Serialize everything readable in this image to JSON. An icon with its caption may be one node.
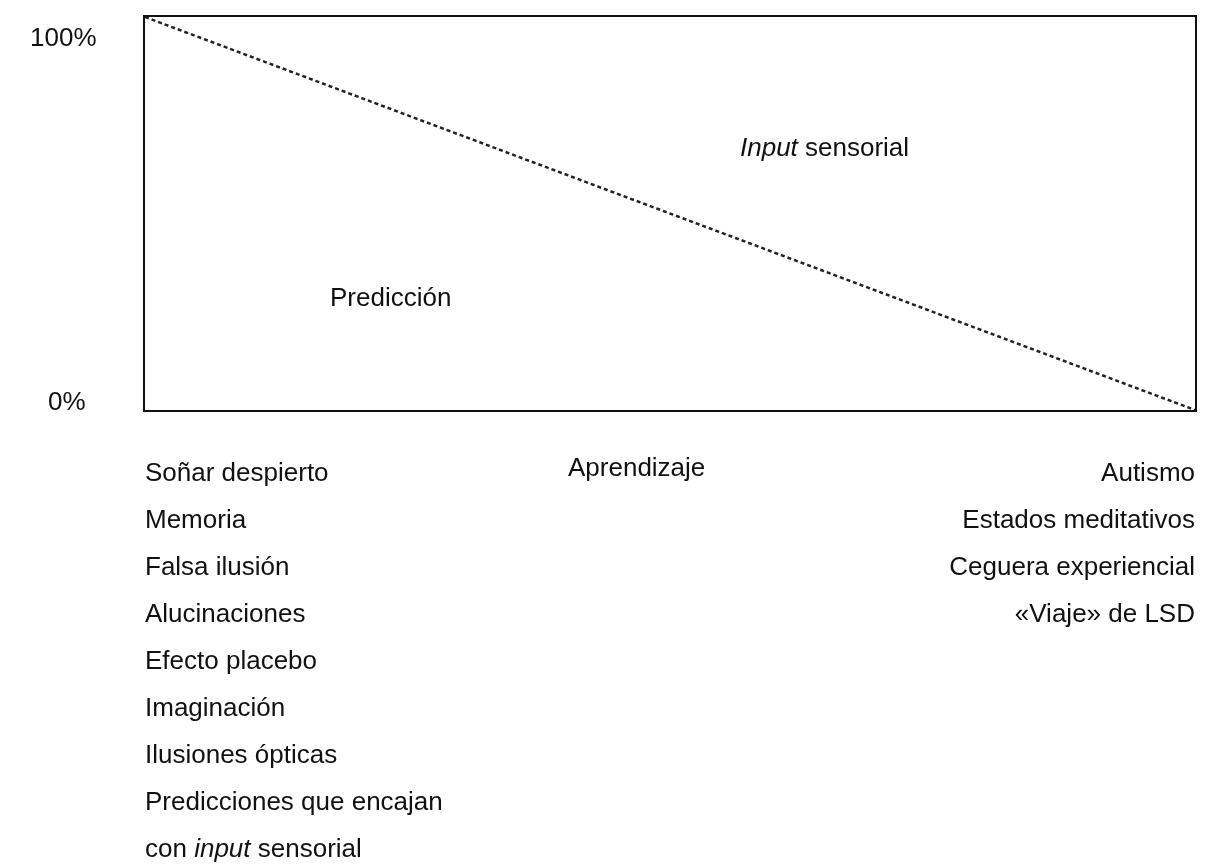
{
  "diagram": {
    "nodes": [
      {
        "text": [
          "Predicción",
          "*Input* sensorial"
        ]
      }
    ],
    "labels": [
      "100%",
      "0%",
      "Soñar despierto",
      "Memoria",
      "Falsa ilusión",
      "Alucinaciones",
      "Efecto placebo",
      "Imaginación",
      "Ilusiones ópticas",
      "Predicciones que encajan con *input* sensorial",
      "Aprendizaje",
      "Autismo",
      "Estados meditativos",
      "Ceguera experiencial",
      "«Viaje» de LSD"
    ]
  }
}
